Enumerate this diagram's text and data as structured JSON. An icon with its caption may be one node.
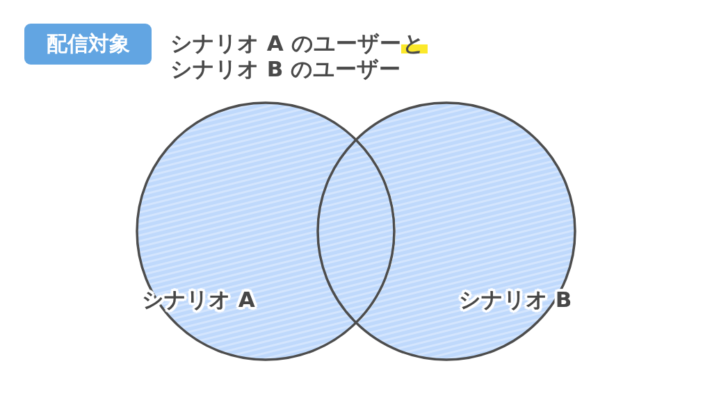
{
  "diagram": {
    "title": "シナリオ A のユーザーとシナリオ B のユーザー",
    "nodes": [
      {
        "text": [
          "配信対象"
        ]
      },
      {
        "text": [
          "シナリオ A"
        ]
      },
      {
        "text": [
          "シナリオ B"
        ]
      }
    ]
  }
}
